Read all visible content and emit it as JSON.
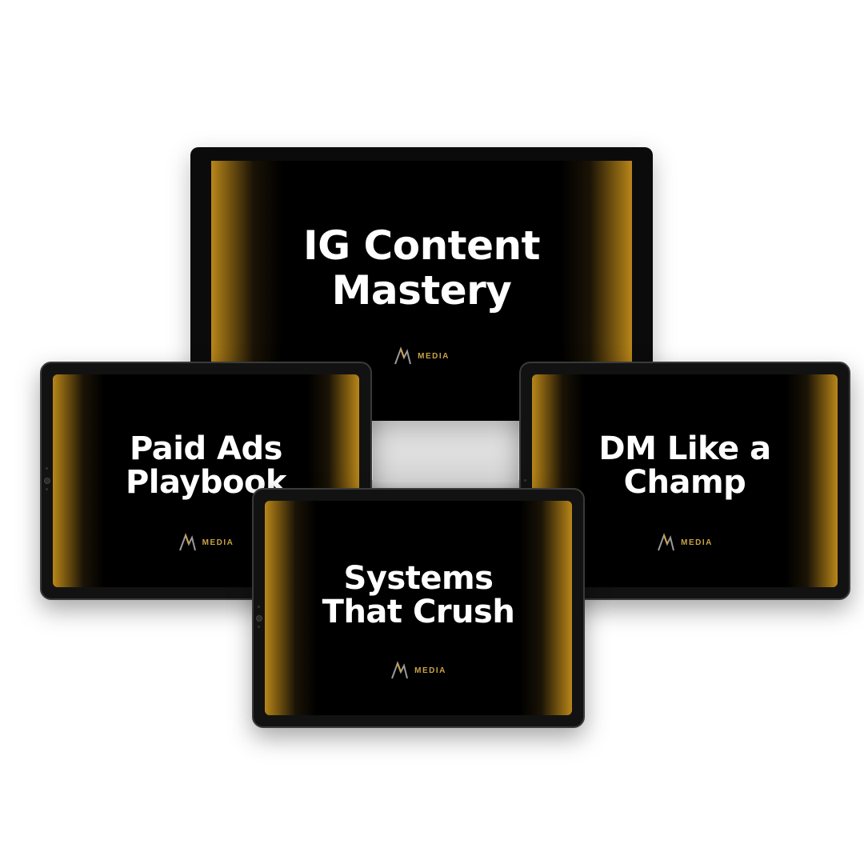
{
  "monitor": {
    "title_line1": "IG Content",
    "title_line2": "Mastery",
    "brand": "MEDIA"
  },
  "tablet_left": {
    "title_line1": "Paid Ads",
    "title_line2": "Playbook",
    "brand": "MEDIA"
  },
  "tablet_right": {
    "title_line1": "DM Like a",
    "title_line2": "Champ",
    "brand": "MEDIA"
  },
  "tablet_front": {
    "title_line1": "Systems",
    "title_line2": "That Crush",
    "brand": "MEDIA"
  },
  "colors": {
    "gold": "#b8861a",
    "brand_text": "#c9a24a",
    "screen": "#000000",
    "background": "#ffffff"
  },
  "icons": [
    "av-logo-icon",
    "camera-icon"
  ]
}
